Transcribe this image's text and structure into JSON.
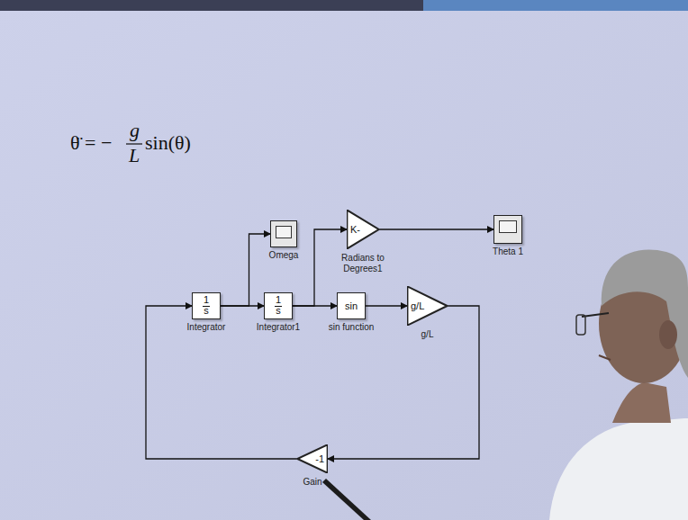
{
  "diagram": {
    "nodes": [
      {
        "text": [
          "1 s",
          "Integrator"
        ]
      },
      {
        "text": [
          "1 s",
          "Integrator1"
        ]
      },
      {
        "text": [
          "Omega"
        ]
      },
      {
        "text": [
          "sin",
          "sin function"
        ]
      },
      {
        "text": [
          "g/L",
          "g/L"
        ]
      },
      {
        "text": [
          "K-",
          "Radians to Degrees1"
        ]
      },
      {
        "text": [
          "Theta 1"
        ]
      },
      {
        "text": [
          "-1",
          "Gain"
        ]
      }
    ],
    "edges": [
      {
        "from": 0,
        "to": 1,
        "arrow": "to"
      },
      {
        "from": 0,
        "to": 2,
        "arrow": "to"
      },
      {
        "from": 1,
        "to": 3,
        "arrow": "to"
      },
      {
        "from": 1,
        "to": 5,
        "arrow": "to"
      },
      {
        "from": 3,
        "to": 4,
        "arrow": "to"
      },
      {
        "from": 5,
        "to": 6,
        "arrow": "to"
      },
      {
        "from": 4,
        "to": 7,
        "arrow": "to"
      },
      {
        "from": 7,
        "to": 0,
        "arrow": "to"
      }
    ],
    "labels": [
      "θ̈ = −",
      "g",
      "L",
      "sin(θ)"
    ]
  }
}
